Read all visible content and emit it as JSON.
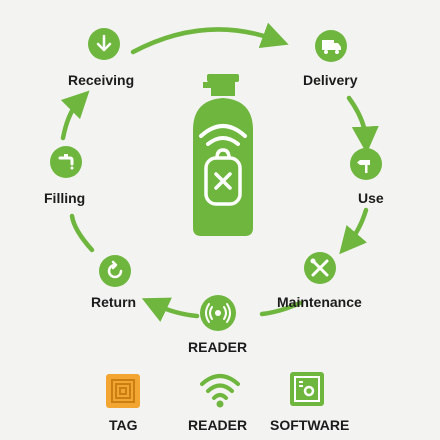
{
  "cycle": {
    "receiving": "Receiving",
    "delivery": "Delivery",
    "use": "Use",
    "maintenance": "Maintenance",
    "return": "Return",
    "filling": "Filling",
    "reader": "READER"
  },
  "legend": {
    "tag": "TAG",
    "reader": "READER",
    "software": "SOFTWARE"
  },
  "colors": {
    "green": "#6fb63f",
    "orange": "#f2a530",
    "background": "#f3f3f1"
  },
  "icons": {
    "receiving": "download-arrow-icon",
    "delivery": "truck-icon",
    "use": "signpost-icon",
    "maintenance": "tools-icon",
    "return": "refresh-icon",
    "filling": "faucet-icon",
    "reader": "wireless-reader-icon",
    "center": "gas-cylinder-icon"
  }
}
